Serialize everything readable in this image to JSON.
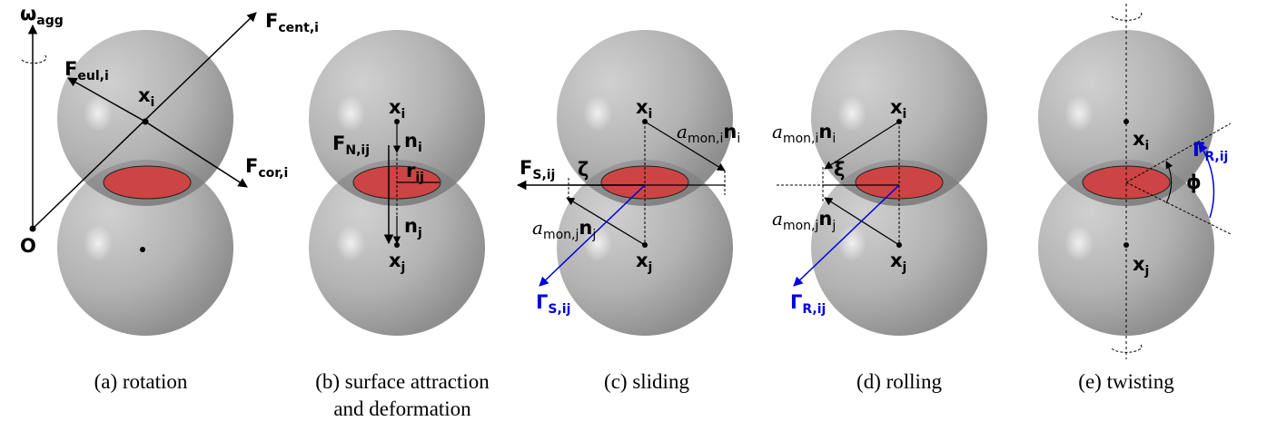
{
  "panels": [
    {
      "id": "a",
      "caption_line1": "(a) rotation",
      "caption_line2": "",
      "labels": {
        "omega_main": "ω",
        "omega_sub": "agg",
        "fcent_main": "F",
        "fcent_sub": "cent,i",
        "feul_main": "F",
        "feul_sub": "eul,i",
        "xi_main": "x",
        "xi_sub": "i",
        "fcor_main": "F",
        "fcor_sub": "cor,i",
        "origin": "O"
      }
    },
    {
      "id": "b",
      "caption_line1": "(b) surface attraction",
      "caption_line2": "and deformation",
      "labels": {
        "xi_main": "x",
        "xi_sub": "i",
        "fn_main": "F",
        "fn_sub": "N,ij",
        "ni_main": "n",
        "ni_sub": "i",
        "rij_main": "r",
        "rij_sub": "ij",
        "nj_main": "n",
        "nj_sub": "j",
        "xj_main": "x",
        "xj_sub": "j"
      }
    },
    {
      "id": "c",
      "caption_line1": "(c) sliding",
      "caption_line2": "",
      "labels": {
        "xi_main": "x",
        "xi_sub": "i",
        "ami_a": "a",
        "ami_sub": "mon,i",
        "ami_n": "n",
        "ami_nsub": "i",
        "fs_main": "F",
        "fs_sub": "S,ij",
        "zeta": "ζ",
        "amj_a": "a",
        "amj_sub": "mon,j",
        "amj_n": "n",
        "amj_nsub": "j",
        "xj_main": "x",
        "xj_sub": "j",
        "gamma_main": "Γ",
        "gamma_sub": "S,ij"
      }
    },
    {
      "id": "d",
      "caption_line1": "(d) rolling",
      "caption_line2": "",
      "labels": {
        "xi_main": "x",
        "xi_sub": "i",
        "ami_a": "a",
        "ami_sub": "mon,i",
        "ami_n": "n",
        "ami_nsub": "i",
        "xi_greek": "ξ",
        "amj_a": "a",
        "amj_sub": "mon,j",
        "amj_n": "n",
        "amj_nsub": "j",
        "xj_main": "x",
        "xj_sub": "j",
        "gamma_main": "Γ",
        "gamma_sub": "R,ij"
      }
    },
    {
      "id": "e",
      "caption_line1": "(e) twisting",
      "caption_line2": "",
      "labels": {
        "xi_main": "x",
        "xi_sub": "i",
        "gamma_main": "Γ",
        "gamma_sub": "R,ij",
        "phi": "ϕ",
        "xj_main": "x",
        "xj_sub": "j"
      }
    }
  ],
  "colors": {
    "sphere": "#b4b4b4",
    "contact": "#cc4444",
    "overlap": "#8a8a8a",
    "torque": "#0000dd",
    "line": "#000000"
  }
}
